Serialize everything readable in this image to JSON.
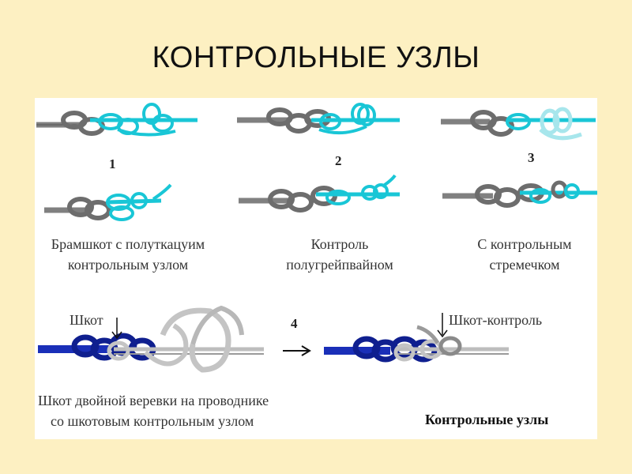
{
  "title": "КОНТРОЛЬНЫЕ УЗЛЫ",
  "figure": {
    "numbers": [
      "1",
      "2",
      "3",
      "4"
    ],
    "captions": {
      "knot1_line1": "Брамшкот с полуткацуим",
      "knot1_line2": "контрольным узлом",
      "knot2_line1": "Контроль",
      "knot2_line2": "полугрейпвайном",
      "knot3_line1": "С контрольным",
      "knot3_line2": "стремечком",
      "bottom_line1": "Шкот двойной веревки на проводнике",
      "bottom_line2": "со шкотовым контрольным узлом"
    },
    "pointer_labels": {
      "left": "Шкот",
      "right": "Шкот-контроль"
    },
    "panel_title": "Контрольные узлы"
  },
  "colors": {
    "background": "#fdf0c2",
    "panel": "#ffffff",
    "rope_gray": "#808080",
    "rope_cyan": "#19c6d6",
    "rope_blue": "#1a2fb8",
    "rope_light": "#c8c8c8"
  }
}
